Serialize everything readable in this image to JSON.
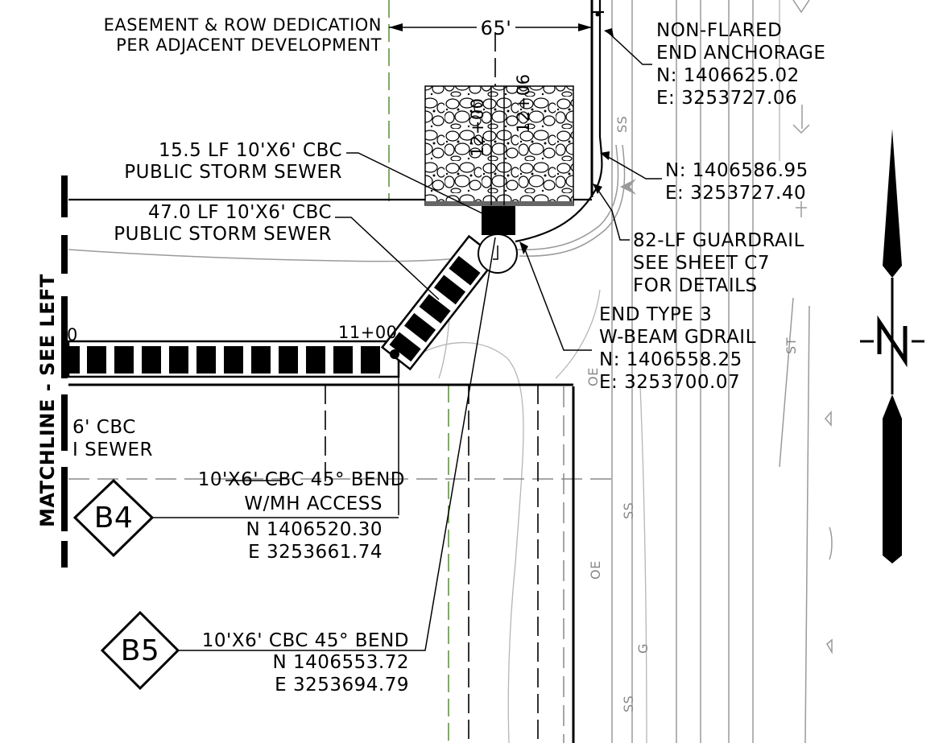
{
  "labels": {
    "easement_line1": "EASEMENT & ROW DEDICATION",
    "easement_line2": "PER ADJACENT DEVELOPMENT",
    "dimension": "65'",
    "anchorage_line1": "NON-FLARED",
    "anchorage_line2": "END ANCHORAGE",
    "anchorage_n": "N: 1406625.02",
    "anchorage_e": "E: 3253727.06",
    "point_n": "N: 1406586.95",
    "point_e": "E: 3253727.40",
    "guardrail_line1": "82-LF GUARDRAIL",
    "guardrail_line2": "SEE SHEET C7",
    "guardrail_line3": "FOR DETAILS",
    "endtype_line1": "END TYPE 3",
    "endtype_line2": "W-BEAM GDRAIL",
    "endtype_n": "N: 1406558.25",
    "endtype_e": "E: 3253700.07",
    "sewer_a_line1": "15.5 LF 10'X6' CBC",
    "sewer_a_line2": "PUBLIC STORM SEWER",
    "sewer_b_line1": "47.0 LF 10'X6' CBC",
    "sewer_b_line2": "PUBLIC STORM SEWER",
    "sewer_c_line1": "6' CBC",
    "sewer_c_line2": "I SEWER",
    "station_11": "11+00",
    "station_0": "0",
    "station_12a": "12+00",
    "station_12b": "12+06",
    "matchline": "MATCHLINE - SEE LEFT",
    "b4_tag": "B4",
    "b4_line1": "10'X6' CBC 45° BEND",
    "b4_line2": "W/MH ACCESS",
    "b4_n": "N 1406520.30",
    "b4_e": "E 3253661.74",
    "b5_tag": "B5",
    "b5_line1": "10'X6' CBC 45°  BEND",
    "b5_n": "N 1406553.72",
    "b5_e": "E 3253694.79",
    "util_ss1": "SS",
    "util_ss2": "SS",
    "util_ss3": "SS",
    "util_oe1": "OE",
    "util_oe2": "OE",
    "util_g": "G",
    "util_st": "ST"
  },
  "colors": {
    "linework": "#000000",
    "existing": "#9a9a9a",
    "easement_line": "#5a8a3a"
  },
  "icons": {
    "north_arrow": "north-arrow-icon",
    "riprap": "riprap-hatch",
    "manhole": "manhole-circle"
  }
}
